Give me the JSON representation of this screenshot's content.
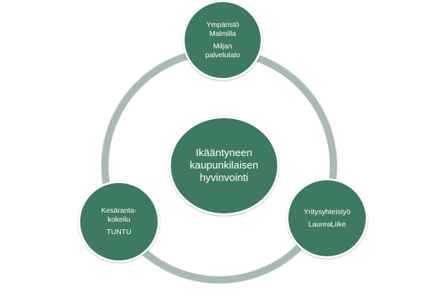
{
  "diagram": {
    "colors": {
      "node_fill": "#3e7a61",
      "ring": "#a9bab3",
      "text": "#ffffff"
    },
    "center": {
      "lines": [
        "Ikääntyneen",
        "kaupunkilaisen",
        "hyvinvointi"
      ]
    },
    "top": {
      "line1": "Ympäristö",
      "line2": "Malmilla",
      "line3": "Miljan",
      "line4": "palvelutalo"
    },
    "left": {
      "line1": "Kesäranta-",
      "line2": "kokeilu",
      "line3": "TUNTU"
    },
    "right": {
      "line1": "Yritysyhteistyö",
      "line2": "LaureaLiike"
    }
  }
}
